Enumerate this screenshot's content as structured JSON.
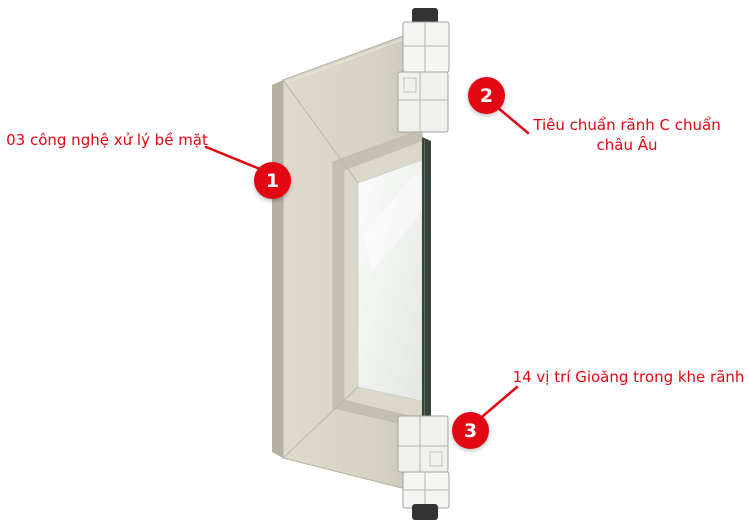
{
  "figure": {
    "graphic": "aluminum-window-frame-cutaway",
    "background_color": "#ffffff",
    "accent_color": "#e30613",
    "frame_color": "#d7d3c5",
    "glass_edge_color": "#37443c",
    "profile_cut_color": "#f0f0ee"
  },
  "callouts": [
    {
      "number": "1",
      "label": "03 công nghệ xử lý bề mặt"
    },
    {
      "number": "2",
      "label": "Tiêu chuẩn rãnh C chuẩn châu Âu"
    },
    {
      "number": "3",
      "label": "14 vị trí Gioăng trong khe rãnh"
    }
  ]
}
